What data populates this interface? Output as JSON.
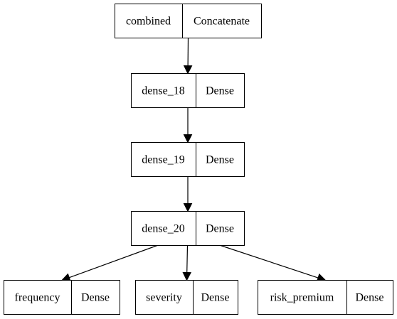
{
  "diagram": {
    "type": "model-graph",
    "nodes": [
      {
        "id": "combined",
        "name": "combined",
        "layer_type": "Concatenate"
      },
      {
        "id": "dense_18",
        "name": "dense_18",
        "layer_type": "Dense"
      },
      {
        "id": "dense_19",
        "name": "dense_19",
        "layer_type": "Dense"
      },
      {
        "id": "dense_20",
        "name": "dense_20",
        "layer_type": "Dense"
      },
      {
        "id": "frequency",
        "name": "frequency",
        "layer_type": "Dense"
      },
      {
        "id": "severity",
        "name": "severity",
        "layer_type": "Dense"
      },
      {
        "id": "risk_premium",
        "name": "risk_premium",
        "layer_type": "Dense"
      }
    ],
    "edges": [
      {
        "from": "combined",
        "to": "dense_18"
      },
      {
        "from": "dense_18",
        "to": "dense_19"
      },
      {
        "from": "dense_19",
        "to": "dense_20"
      },
      {
        "from": "dense_20",
        "to": "frequency"
      },
      {
        "from": "dense_20",
        "to": "severity"
      },
      {
        "from": "dense_20",
        "to": "risk_premium"
      }
    ]
  }
}
